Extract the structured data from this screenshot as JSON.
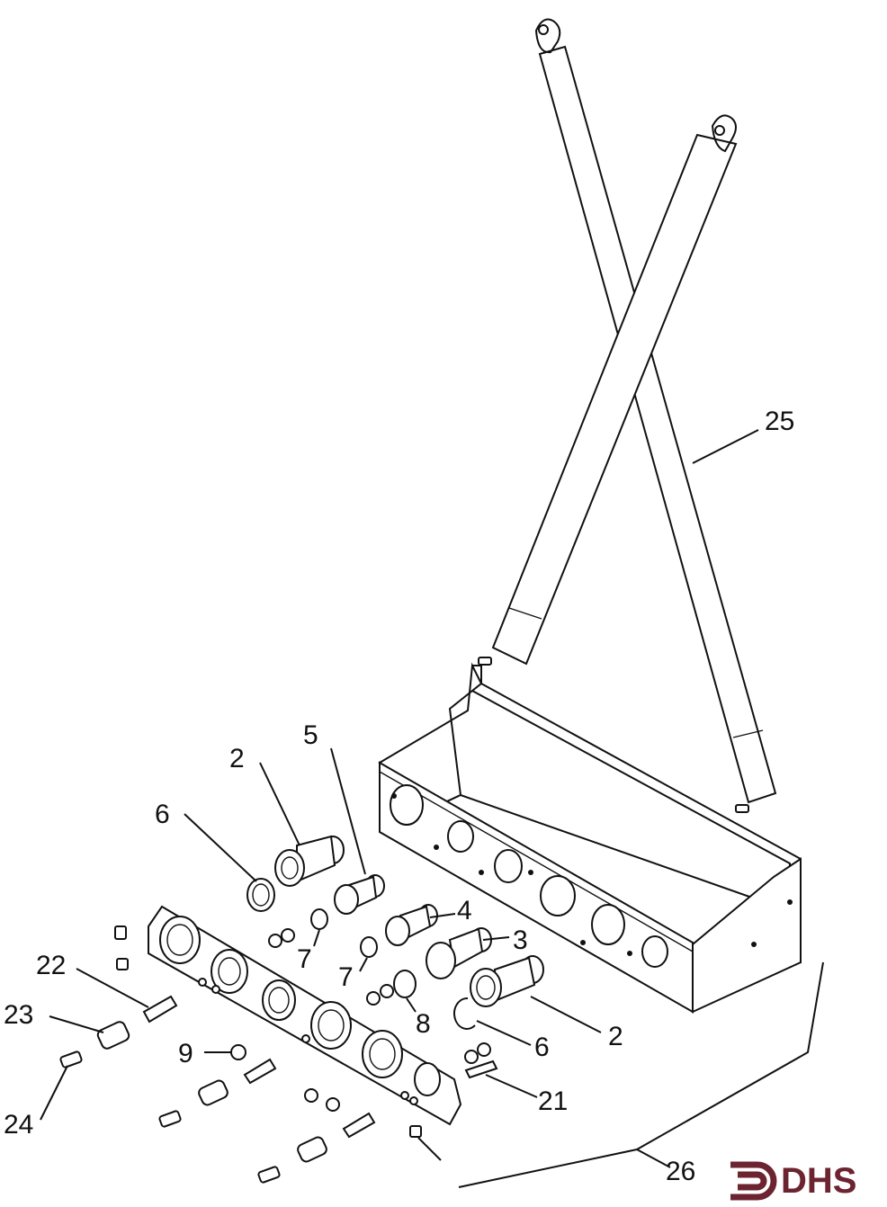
{
  "diagram": {
    "callouts": [
      {
        "id": "c2a",
        "label": "2"
      },
      {
        "id": "c5",
        "label": "5"
      },
      {
        "id": "c6a",
        "label": "6"
      },
      {
        "id": "c4",
        "label": "4"
      },
      {
        "id": "c3",
        "label": "3"
      },
      {
        "id": "c7a",
        "label": "7"
      },
      {
        "id": "c7b",
        "label": "7"
      },
      {
        "id": "c8",
        "label": "8"
      },
      {
        "id": "c2b",
        "label": "2"
      },
      {
        "id": "c6b",
        "label": "6"
      },
      {
        "id": "c21",
        "label": "21"
      },
      {
        "id": "c22",
        "label": "22"
      },
      {
        "id": "c23",
        "label": "23"
      },
      {
        "id": "c9",
        "label": "9"
      },
      {
        "id": "c24",
        "label": "24"
      },
      {
        "id": "c25",
        "label": "25"
      },
      {
        "id": "c26",
        "label": "26"
      }
    ]
  },
  "logo": {
    "text": "DHS",
    "color": "#6b2430"
  }
}
